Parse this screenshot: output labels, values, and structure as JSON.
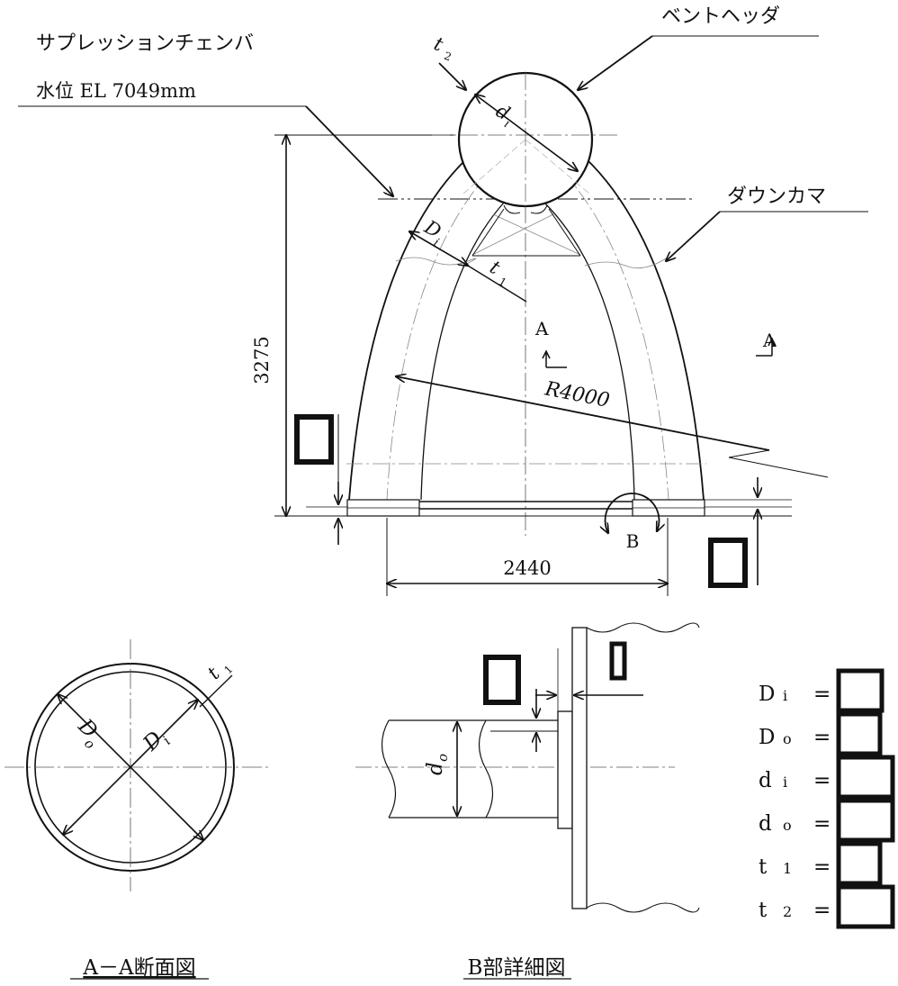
{
  "labels": {
    "suppression_chamber": "サプレッションチェンバ",
    "water_level": "水位 EL 7049mm",
    "vent_header": "ベントヘッダ",
    "downcomer": "ダウンカマ",
    "dim_height": "3275",
    "dim_width": "2440",
    "radius": "R4000",
    "section_A": "A",
    "detail_B": "B",
    "t2": "t",
    "t2_sub": "2",
    "di": "d",
    "di_sub": "i",
    "Di": "D",
    "Di_sub": "i",
    "t1": "t",
    "t1_sub": "1",
    "aa_Do": "D",
    "aa_Do_sub": "o",
    "aa_Di": "D",
    "aa_Di_sub": "i",
    "aa_t1": "t",
    "aa_t1_sub": "1",
    "do": "d",
    "do_sub": "o",
    "caption_aa": "A－A断面図",
    "caption_b": "B部詳細図"
  },
  "legend": [
    {
      "sym": "D",
      "sub": "i",
      "eq": "="
    },
    {
      "sym": "D",
      "sub": "o",
      "eq": "="
    },
    {
      "sym": "d",
      "sub": "i",
      "eq": "="
    },
    {
      "sym": "d",
      "sub": "o",
      "eq": "="
    },
    {
      "sym": "t",
      "sub": "1",
      "eq": "="
    },
    {
      "sym": "t",
      "sub": "2",
      "eq": "="
    }
  ]
}
